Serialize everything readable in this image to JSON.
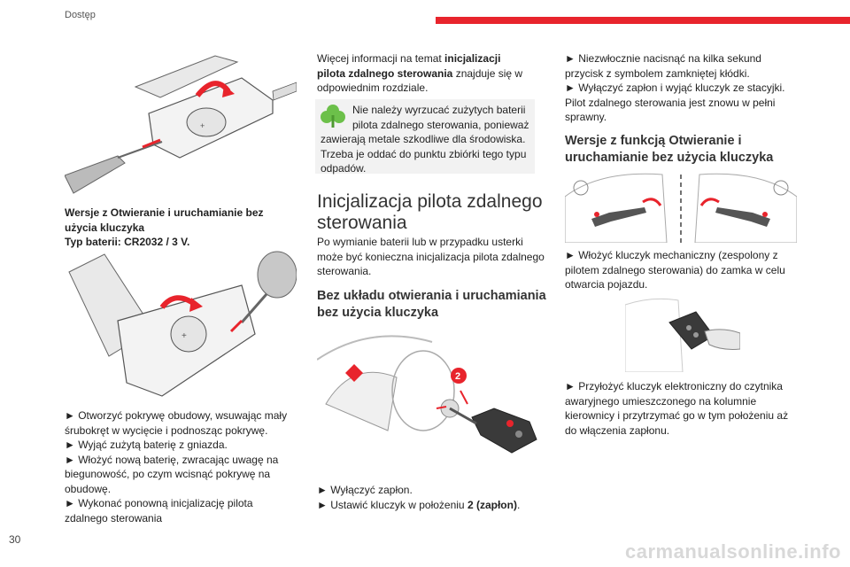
{
  "header": {
    "section_title": "Dostęp",
    "accent_color": "#e8242c"
  },
  "page_number": "30",
  "watermark": "carmanualsonline.info",
  "left": {
    "battery_caption_1": "Wersje z Otwieranie i uruchamianie bez",
    "battery_caption_2": "użycia kluczyka",
    "battery_caption_3": "Typ baterii: CR2032 / 3 V.",
    "steps": [
      "► Otworzyć pokrywę obudowy, wsuwając mały",
      "śrubokręt w wycięcie i podnosząc pokrywę.",
      "► Wyjąć zużytą baterię z gniazda.",
      "► Włożyć nową baterię, zwracając uwagę na",
      "biegunowość, po czym wcisnąć pokrywę na",
      "obudowę.",
      "► Wykonać ponowną inicjalizację pilota",
      "zdalnego sterowania"
    ]
  },
  "middle": {
    "intro_1a": "Więcej informacji na temat ",
    "intro_1b": "inicjalizacji",
    "intro_2": "pilota zdalnego sterowania",
    "intro_2b": " znajduje się w",
    "intro_3": "odpowiednim rozdziale.",
    "note_icon": "recycle-leaf-icon",
    "note_lines": [
      "Nie należy wyrzucać zużytych baterii",
      "pilota zdalnego sterowania, ponieważ",
      "zawierają metale szkodliwe dla środowiska.",
      "Trzeba je oddać do punktu zbiórki tego typu",
      "odpadów."
    ],
    "heading_1": "Inicjalizacja pilota zdalnego",
    "heading_2": "sterowania",
    "para_1": "Po wymianie baterii lub w przypadku usterki",
    "para_2": "może być konieczna inicjalizacja pilota zdalnego",
    "para_3": "sterowania.",
    "sub_1": "Bez układu otwierania i uruchamiania",
    "sub_2": "bez użycia kluczyka",
    "figure_marker": "2",
    "step_1": "► Wyłączyć zapłon.",
    "step_2a": "► Ustawić kluczyk w położeniu ",
    "step_2b": "2 (zapłon)",
    "step_2c": "."
  },
  "right": {
    "lines_1": [
      "► Niezwłocznie nacisnąć na kilka sekund",
      "przycisk z symbolem zamkniętej kłódki.",
      "► Wyłączyć zapłon i wyjąć kluczyk ze stacyjki.",
      "Pilot zdalnego sterowania jest znowu w pełni",
      "sprawny."
    ],
    "sub_1": "Wersje z funkcją Otwieranie i",
    "sub_2": "uruchamianie bez użycia kluczyka",
    "lines_2": [
      "► Włożyć kluczyk mechaniczny (zespolony z",
      "pilotem zdalnego sterowania) do zamka w celu",
      "otwarcia pojazdu."
    ],
    "lines_3": [
      "► Przyłożyć kluczyk elektroniczny do czytnika",
      "awaryjnego umieszczonego na kolumnie",
      "kierownicy i przytrzymać go w tym położeniu aż",
      "do włączenia zapłonu."
    ]
  }
}
